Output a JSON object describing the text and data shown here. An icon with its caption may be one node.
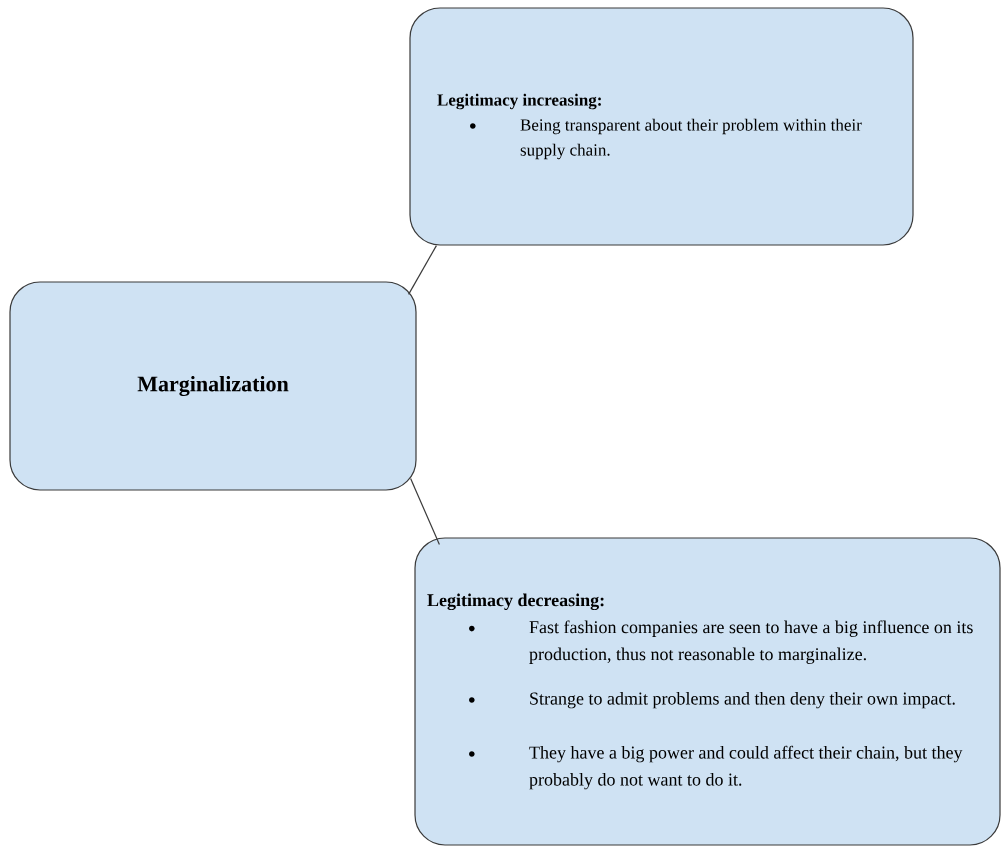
{
  "diagram": {
    "nodes": [
      {
        "text": [
          "Marginalization"
        ]
      },
      {
        "text": [
          "Legitimacy increasing:",
          "Being transparent about their problem within their supply chain."
        ]
      },
      {
        "text": [
          "Legitimacy decreasing:",
          "Fast fashion companies are seen to have a big influence on its production, thus not reasonable to marginalize.",
          "Strange to admit problems and then deny their own impact.",
          "They have a big power and could affect their chain, but they probably do not want to do it."
        ]
      }
    ],
    "edges": [
      {
        "from": 0,
        "to": 1,
        "arrow": "none"
      },
      {
        "from": 0,
        "to": 2,
        "arrow": "none"
      }
    ]
  }
}
